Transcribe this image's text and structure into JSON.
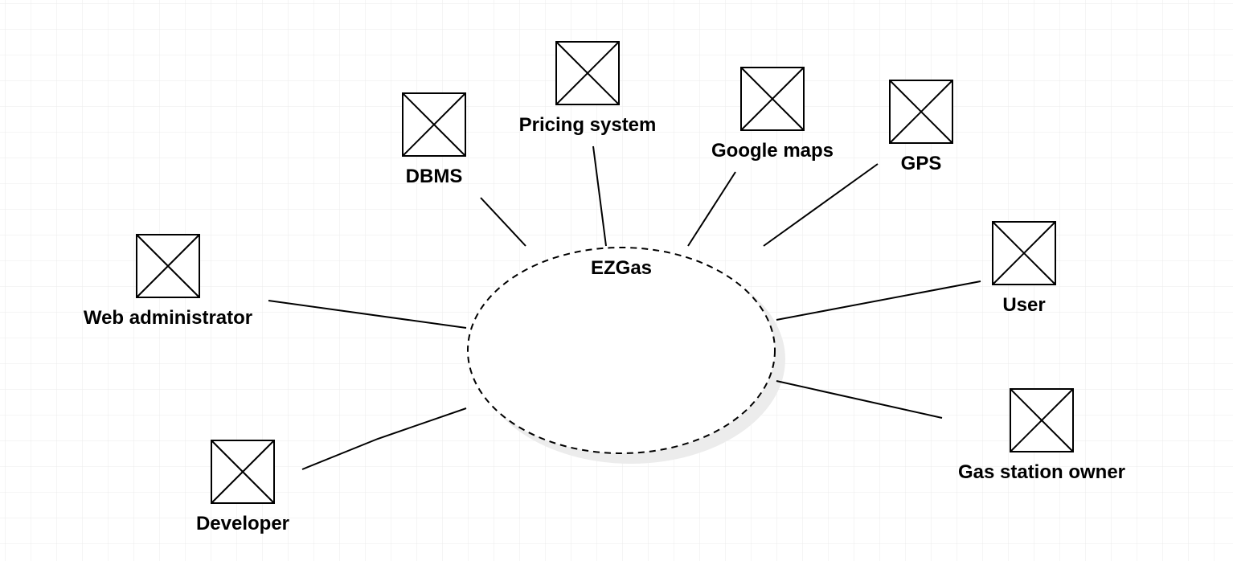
{
  "diagram": {
    "system": {
      "label": "EZGas"
    },
    "actors": [
      {
        "id": "dbms",
        "label": "DBMS"
      },
      {
        "id": "pricing",
        "label": "Pricing system"
      },
      {
        "id": "gmaps",
        "label": "Google maps"
      },
      {
        "id": "gps",
        "label": "GPS"
      },
      {
        "id": "webadmin",
        "label": "Web administrator"
      },
      {
        "id": "user",
        "label": "User"
      },
      {
        "id": "developer",
        "label": "Developer"
      },
      {
        "id": "owner",
        "label": "Gas station owner"
      }
    ]
  },
  "colors": {
    "grid": "#ebebeb",
    "stroke": "#000000",
    "shadow": "#ececec"
  }
}
